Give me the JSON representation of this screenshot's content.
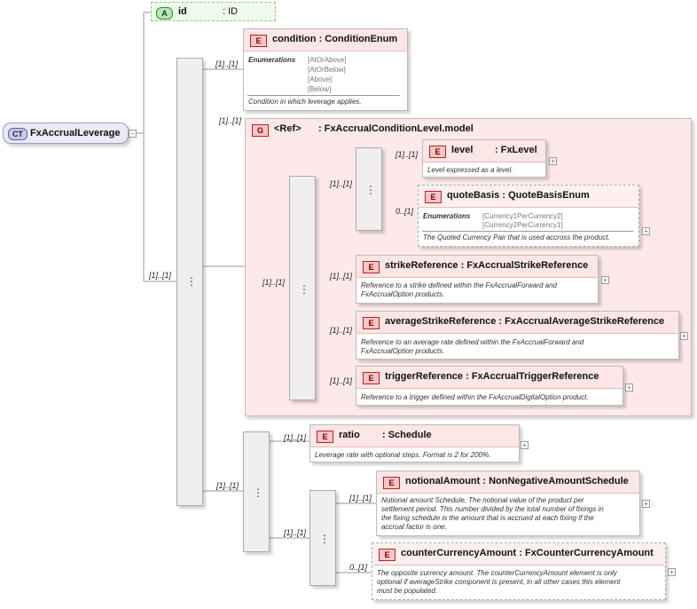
{
  "root": {
    "badge": "CT",
    "name": "FxAccrualLeverage"
  },
  "attribute": {
    "badge": "A",
    "name": "id",
    "type": ": ID"
  },
  "condition": {
    "badge": "E",
    "name": "condition",
    "type": ": ConditionEnum",
    "enum_label": "Enumerations",
    "enums": [
      "[AtOrAbove]",
      "[AtOrBelow]",
      "[Above]",
      "[Below]"
    ],
    "doc": "Condition in which leverage applies."
  },
  "group": {
    "badge": "G",
    "name": "<Ref>",
    "type": ": FxAccrualConditionLevel.model"
  },
  "level": {
    "badge": "E",
    "name": "level",
    "type": ": FxLevel",
    "doc": "Level expressed as a level."
  },
  "quoteBasis": {
    "badge": "E",
    "name": "quoteBasis",
    "type": ": QuoteBasisEnum",
    "enum_label": "Enumerations",
    "enums": [
      "[Currency1PerCurrency2]",
      "[Currency2PerCurrency1]"
    ],
    "doc": "The Quoted Currency Pair that is used accross the product."
  },
  "strikeReference": {
    "badge": "E",
    "name": "strikeReference",
    "type": ": FxAccrualStrikeReference",
    "doc1": "Reference to a strike defined within the FxAccrualForward and",
    "doc2": "FxAccrualOption products."
  },
  "averageStrikeReference": {
    "badge": "E",
    "name": "averageStrikeReference",
    "type": ": FxAccrualAverageStrikeReference",
    "doc1": "Reference to an average rate defined within the FxAccrualForward and",
    "doc2": "FxAccrualOption products."
  },
  "triggerReference": {
    "badge": "E",
    "name": "triggerReference",
    "type": ": FxAccrualTriggerReference",
    "doc": "Reference to a trigger defined within the FxAccrualDigitalOption product."
  },
  "ratio": {
    "badge": "E",
    "name": "ratio",
    "type": ": Schedule",
    "doc": "Leverage rate with optional steps. Format is 2 for 200%."
  },
  "notionalAmount": {
    "badge": "E",
    "name": "notionalAmount",
    "type": ": NonNegativeAmountSchedule",
    "doc1": "Notional amount Schedule. The notional value of the product per",
    "doc2": "settlement period. This number divided by the total number of fixings in",
    "doc3": "the fixing schedule is the amount that is accrued at each fixing if the",
    "doc4": "accrual factor is one."
  },
  "counterCurrencyAmount": {
    "badge": "E",
    "name": "counterCurrencyAmount",
    "type": ": FxCounterCurrencyAmount",
    "doc1": "The opposite currency amount. The counterCurrencyAmount element is only",
    "doc2": "optional if averageStrike component is present, in all other cases this element",
    "doc3": "must be populated."
  },
  "cardinalities": {
    "main_seq": "[1]..[1]",
    "condition": "[1]..[1]",
    "group": "[1]..[1]",
    "inner_seq": "[1]..[1]",
    "level": "[1]..[1]",
    "quoteBasis": "0..[1]",
    "choice": "[1]..[1]",
    "strikeReference": "[1]..[1]",
    "averageStrikeReference": "[1]..[1]",
    "triggerReference": "[1]..[1]",
    "lower_seq": "[1]..[1]",
    "ratio": "[1]..[1]",
    "amount_seq": "[1]..[1]",
    "notionalAmount": "[1]..[1]",
    "counterCurrencyAmount": "0..[1]"
  },
  "icons": {
    "sequence": "sequence-icon",
    "expand": "plus-icon",
    "collapse": "minus-icon"
  },
  "symbols": {
    "sequence": "⋮",
    "expand": "+",
    "collapse": "−"
  }
}
